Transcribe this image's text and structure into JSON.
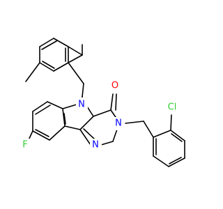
{
  "colors": {
    "bond": "#000000",
    "N": "#0000ff",
    "O": "#ff0000",
    "F": "#33cc33",
    "Cl": "#33cc33",
    "background": "#ffffff"
  },
  "labels": {
    "n_indole": "N",
    "n_amide": "N",
    "n_imine": "N",
    "oxygen": "O",
    "fluorine": "F",
    "chlorine": "Cl"
  }
}
